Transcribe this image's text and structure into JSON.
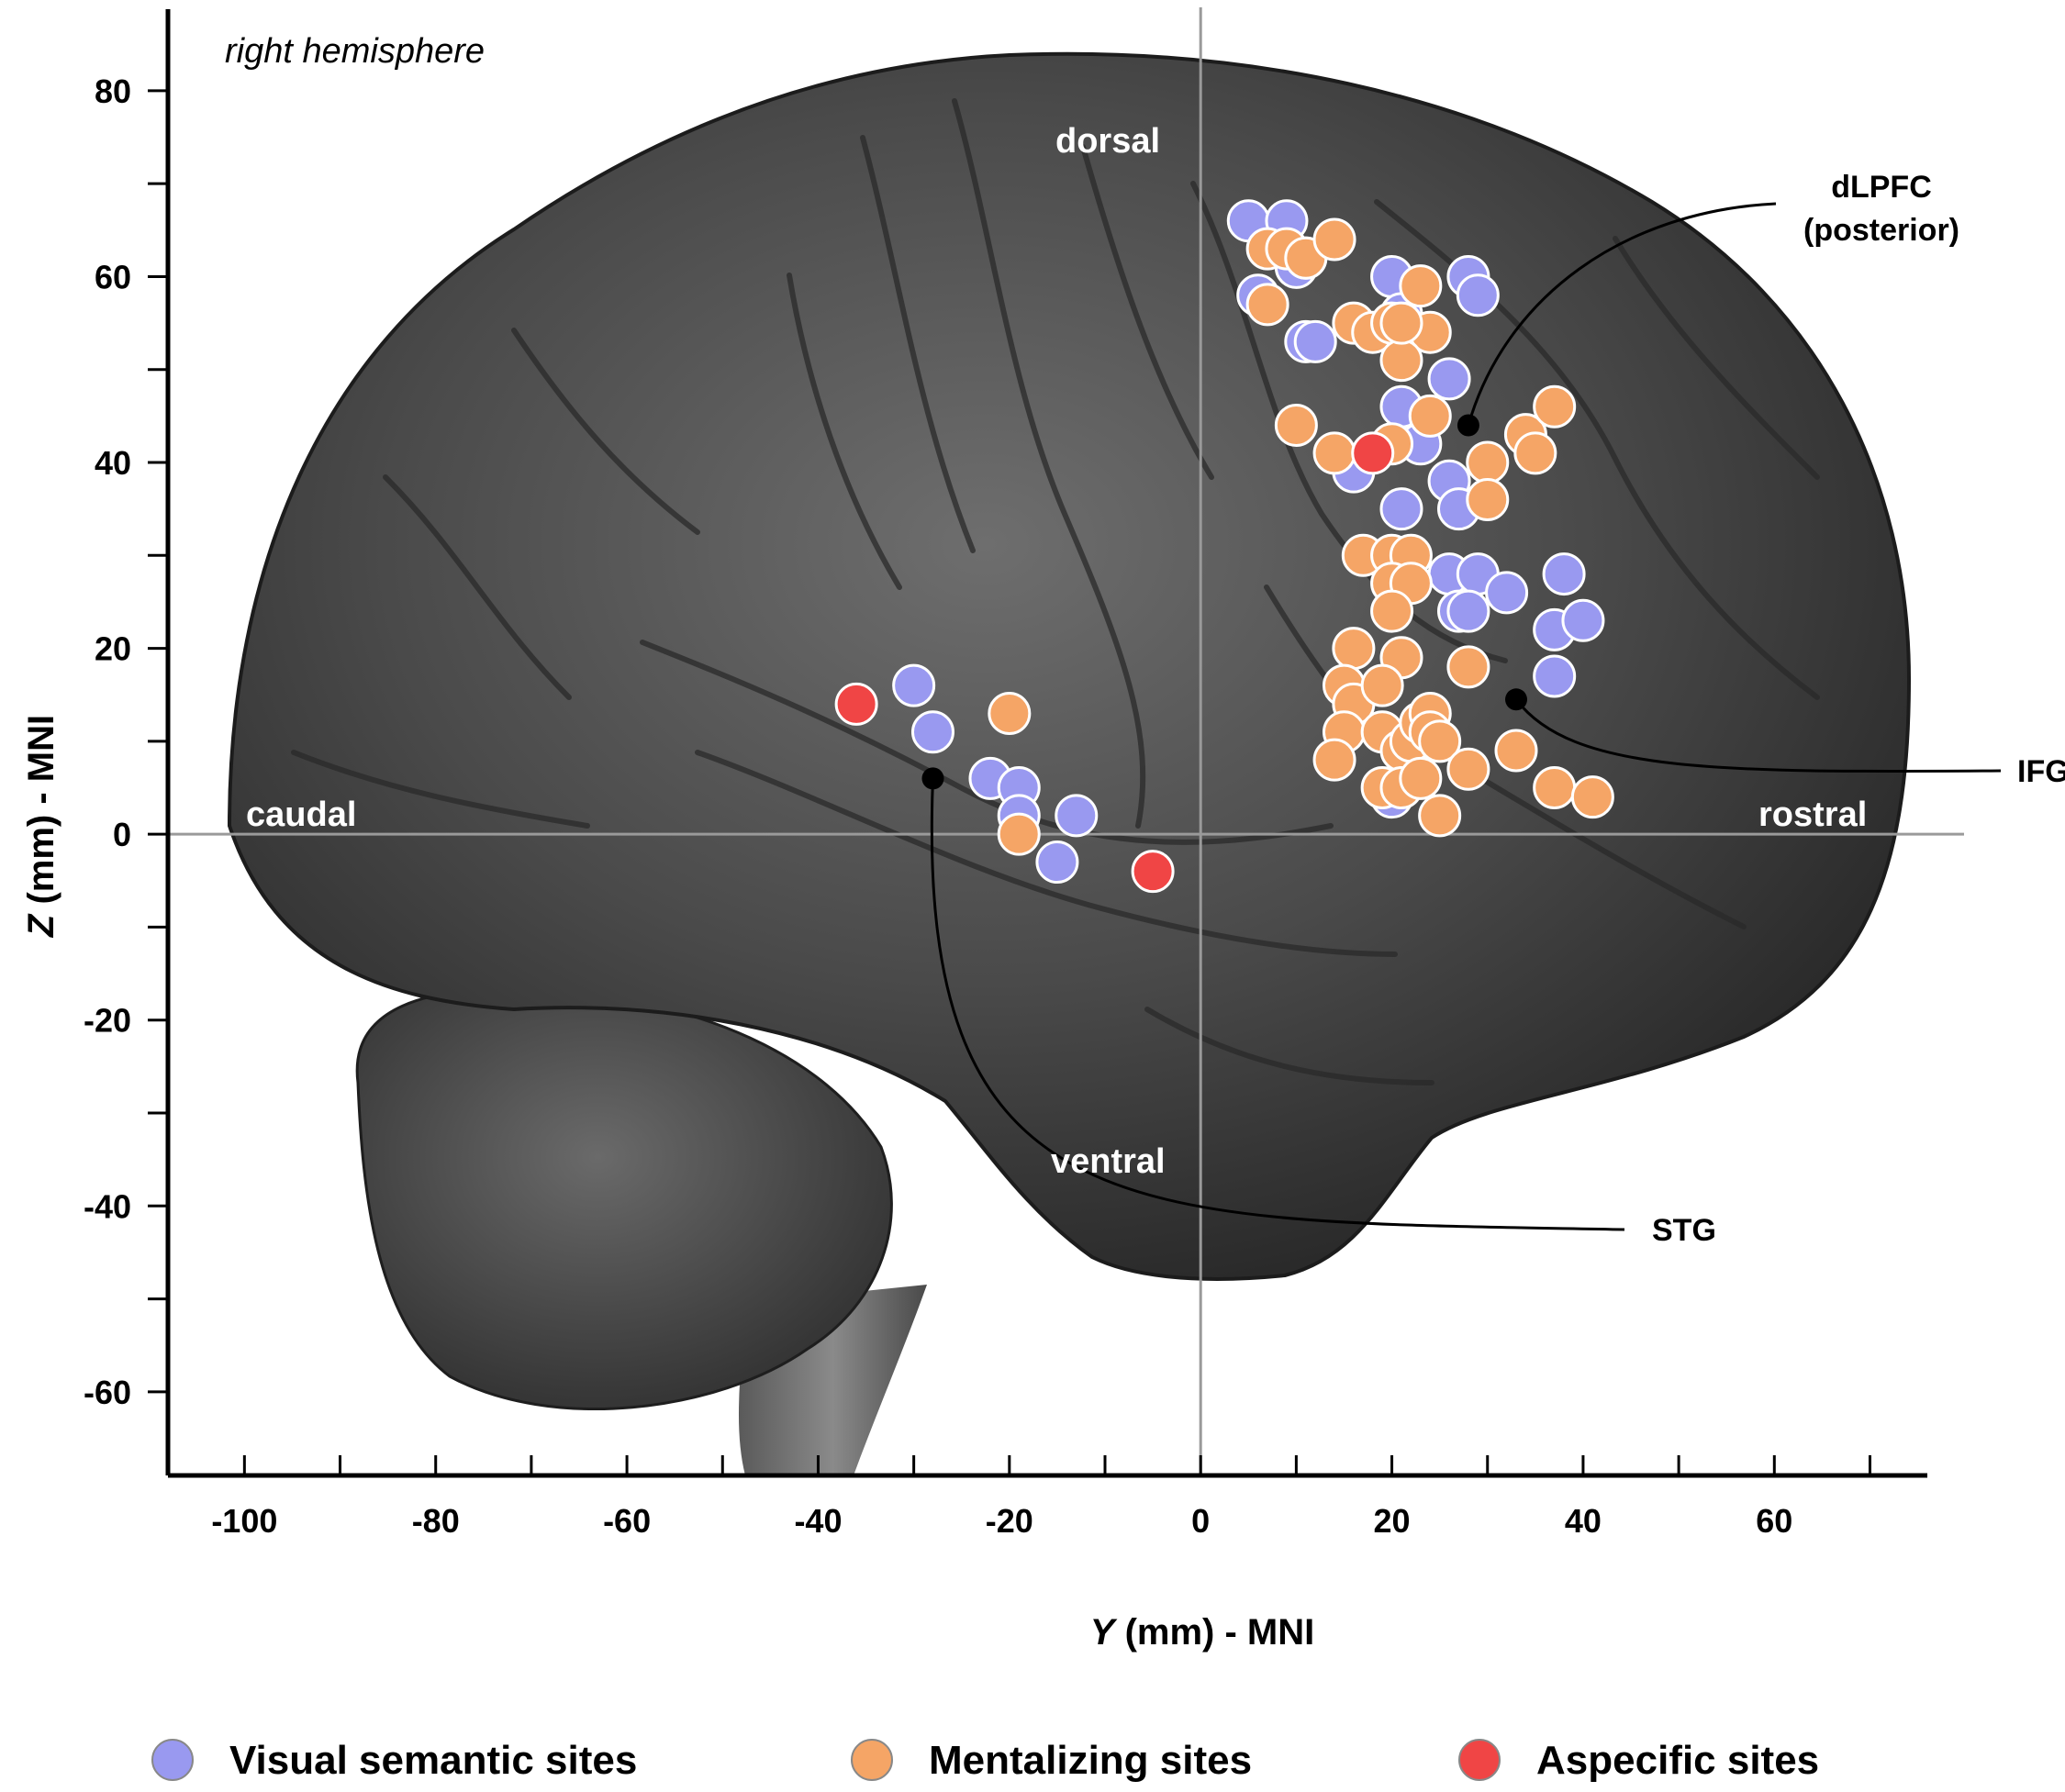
{
  "chart_data": {
    "type": "scatter",
    "title": "",
    "background": "lateral view of right hemisphere brain",
    "annotation": "right hemisphere",
    "xlabel_italic": "Y",
    "xlabel_rest": " (mm) - MNI",
    "ylabel_italic": "Z",
    "ylabel_rest": " (mm) - MNI",
    "xlim": [
      -108,
      76
    ],
    "ylim": [
      -69,
      87
    ],
    "x_ticks": [
      -100,
      -80,
      -60,
      -40,
      -20,
      0,
      20,
      40,
      60
    ],
    "x_tick_labels": [
      "-100",
      "-80",
      "-60",
      "-40",
      "-20",
      "0",
      "20",
      "40",
      "60"
    ],
    "x_minor_step": 10,
    "y_ticks": [
      -60,
      -40,
      -20,
      0,
      20,
      40,
      60,
      80
    ],
    "y_tick_labels": [
      "-60",
      "-40",
      "-20",
      "0",
      "20",
      "40",
      "60",
      "80"
    ],
    "y_minor_step": 10,
    "direction_labels": {
      "dorsal": "dorsal",
      "ventral": "ventral",
      "caudal": "caudal",
      "rostral": "rostral"
    },
    "regions": [
      {
        "name": "dLPFC (posterior)",
        "line1": "dLPFC",
        "line2": "(posterior)",
        "x": 28,
        "y": 44
      },
      {
        "name": "IFG",
        "line1": "IFG",
        "line2": "",
        "x": 33,
        "y": 14.5
      },
      {
        "name": "STG",
        "line1": "STG",
        "line2": "",
        "x": -28,
        "y": 6
      }
    ],
    "series": [
      {
        "name": "Visual semantic sites",
        "color": "#9999f0",
        "points": [
          [
            5,
            66
          ],
          [
            9,
            66
          ],
          [
            6,
            58
          ],
          [
            10,
            61
          ],
          [
            11,
            62
          ],
          [
            11,
            53
          ],
          [
            12,
            53
          ],
          [
            20,
            60
          ],
          [
            21,
            56
          ],
          [
            21,
            54
          ],
          [
            28,
            60
          ],
          [
            29,
            58
          ],
          [
            26,
            49
          ],
          [
            21,
            46
          ],
          [
            23,
            42
          ],
          [
            16,
            39
          ],
          [
            26,
            38
          ],
          [
            27,
            35
          ],
          [
            21,
            35
          ],
          [
            26,
            28
          ],
          [
            29,
            28
          ],
          [
            27,
            24
          ],
          [
            28,
            24
          ],
          [
            32,
            26
          ],
          [
            38,
            28
          ],
          [
            37,
            22
          ],
          [
            40,
            23
          ],
          [
            37,
            17
          ],
          [
            20,
            4
          ],
          [
            -30,
            16
          ],
          [
            -28,
            11
          ],
          [
            -22,
            6
          ],
          [
            -19,
            5
          ],
          [
            -19,
            2
          ],
          [
            -13,
            2
          ],
          [
            -15,
            -3
          ]
        ]
      },
      {
        "name": "Mentalizing sites",
        "color": "#f5a566",
        "points": [
          [
            7,
            63
          ],
          [
            9,
            63
          ],
          [
            11,
            62
          ],
          [
            14,
            64
          ],
          [
            7,
            57
          ],
          [
            16,
            55
          ],
          [
            18,
            54
          ],
          [
            20,
            55
          ],
          [
            23,
            59
          ],
          [
            24,
            54
          ],
          [
            21,
            51
          ],
          [
            21,
            55
          ],
          [
            10,
            44
          ],
          [
            14,
            41
          ],
          [
            20,
            42
          ],
          [
            24,
            45
          ],
          [
            34,
            43
          ],
          [
            37,
            46
          ],
          [
            30,
            40
          ],
          [
            35,
            41
          ],
          [
            30,
            36
          ],
          [
            17,
            30
          ],
          [
            20,
            30
          ],
          [
            22,
            30
          ],
          [
            20,
            27
          ],
          [
            22,
            27
          ],
          [
            20,
            24
          ],
          [
            16,
            20
          ],
          [
            21,
            19
          ],
          [
            15,
            16
          ],
          [
            16,
            14
          ],
          [
            19,
            16
          ],
          [
            28,
            18
          ],
          [
            15,
            11
          ],
          [
            19,
            11
          ],
          [
            21,
            9
          ],
          [
            22,
            10
          ],
          [
            23,
            12
          ],
          [
            24,
            13
          ],
          [
            24,
            11
          ],
          [
            25,
            10
          ],
          [
            19,
            5
          ],
          [
            21,
            5
          ],
          [
            23,
            6
          ],
          [
            28,
            7
          ],
          [
            33,
            9
          ],
          [
            37,
            5
          ],
          [
            41,
            4
          ],
          [
            14,
            8
          ],
          [
            25,
            2
          ],
          [
            -20,
            13
          ],
          [
            -19,
            0
          ]
        ]
      },
      {
        "name": "Aspecific sites",
        "color": "#f04545",
        "points": [
          [
            18,
            41
          ],
          [
            -36,
            14
          ],
          [
            -5,
            -4
          ]
        ]
      }
    ],
    "legend": {
      "placement": "bottom",
      "items": [
        {
          "label": "Visual semantic sites",
          "color": "#9999f0"
        },
        {
          "label": "Mentalizing sites",
          "color": "#f5a566"
        },
        {
          "label": "Aspecific sites",
          "color": "#f04545"
        }
      ]
    }
  }
}
